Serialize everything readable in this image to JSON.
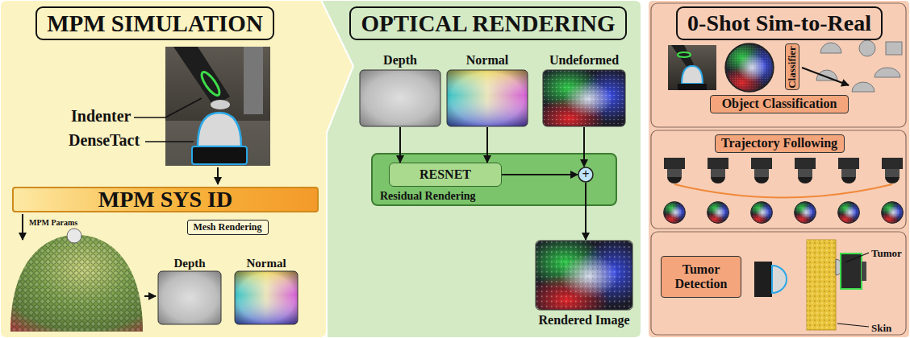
{
  "diagram": {
    "nodes": [
      {
        "text": [
          "MPM SIMULATION"
        ]
      },
      {
        "text": [
          "MPM SYS ID"
        ],
        "in": 0
      },
      {
        "text": [
          "Mesh Rendering"
        ],
        "in": 0
      },
      {
        "text": [
          "Depth"
        ],
        "in": 0
      },
      {
        "text": [
          "Normal"
        ],
        "in": 0
      },
      {
        "text": [
          "OPTICAL RENDERING"
        ]
      },
      {
        "text": [
          "Depth"
        ],
        "in": 5
      },
      {
        "text": [
          "Normal"
        ],
        "in": 5
      },
      {
        "text": [
          "Undeformed"
        ],
        "in": 5
      },
      {
        "text": [
          "Residual Rendering"
        ],
        "in": 5
      },
      {
        "text": [
          "RESNET"
        ],
        "in": 9
      },
      {
        "text": [
          "+"
        ],
        "in": 9
      },
      {
        "text": [
          "Rendered Image"
        ],
        "in": 5
      },
      {
        "text": [
          "0-Shot Sim-to-Real"
        ]
      },
      {
        "text": [
          "Object Classification"
        ],
        "in": 13
      },
      {
        "text": [
          "Classifier"
        ],
        "in": 13
      },
      {
        "text": [
          "Trajectory Following"
        ],
        "in": 13
      },
      {
        "text": [
          "Tumor Detection"
        ],
        "in": 13
      }
    ],
    "edges": [
      {
        "from": 6,
        "to": 10,
        "arrow": "to"
      },
      {
        "from": 7,
        "to": 10,
        "arrow": "to"
      },
      {
        "from": 10,
        "to": 11,
        "arrow": "to"
      },
      {
        "from": 8,
        "to": 11,
        "arrow": "to"
      },
      {
        "from": 11,
        "to": 12,
        "arrow": "to"
      }
    ],
    "labels": [
      "Indenter",
      "DenseTact",
      "MPM Params",
      "Tumor",
      "Skin"
    ]
  }
}
